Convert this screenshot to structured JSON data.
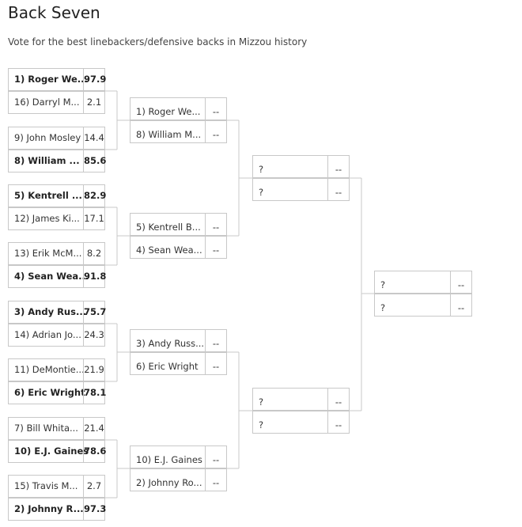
{
  "page": {
    "title": "Back Seven",
    "subtitle": "Vote for the best linebackers/defensive backs in Mizzou history"
  },
  "round1": [
    {
      "name": "1) Roger We...",
      "score": "97.9",
      "winner": true
    },
    {
      "name": "16) Darryl M...",
      "score": "2.1",
      "winner": false
    },
    {
      "name": "9) John Mosley",
      "score": "14.4",
      "winner": false
    },
    {
      "name": "8) William ...",
      "score": "85.6",
      "winner": true
    },
    {
      "name": "5) Kentrell ...",
      "score": "82.9",
      "winner": true
    },
    {
      "name": "12) James Ki...",
      "score": "17.1",
      "winner": false
    },
    {
      "name": "13) Erik McM...",
      "score": "8.2",
      "winner": false
    },
    {
      "name": "4) Sean Wea...",
      "score": "91.8",
      "winner": true
    },
    {
      "name": "3) Andy Rus...",
      "score": "75.7",
      "winner": true
    },
    {
      "name": "14) Adrian Jo...",
      "score": "24.3",
      "winner": false
    },
    {
      "name": "11) DeMontie...",
      "score": "21.9",
      "winner": false
    },
    {
      "name": "6) Eric Wright",
      "score": "78.1",
      "winner": true
    },
    {
      "name": "7) Bill Whita...",
      "score": "21.4",
      "winner": false
    },
    {
      "name": "10) E.J. Gaines",
      "score": "78.6",
      "winner": true
    },
    {
      "name": "15) Travis M...",
      "score": "2.7",
      "winner": false
    },
    {
      "name": "2) Johnny R...",
      "score": "97.3",
      "winner": true
    }
  ],
  "round2": [
    {
      "name": "1) Roger We...",
      "score": "--"
    },
    {
      "name": "8) William M...",
      "score": "--"
    },
    {
      "name": "5) Kentrell B...",
      "score": "--"
    },
    {
      "name": "4) Sean Wea...",
      "score": "--"
    },
    {
      "name": "3) Andy Russ...",
      "score": "--"
    },
    {
      "name": "6) Eric Wright",
      "score": "--"
    },
    {
      "name": "10) E.J. Gaines",
      "score": "--"
    },
    {
      "name": "2) Johnny Ro...",
      "score": "--"
    }
  ],
  "round3": [
    {
      "name": "?",
      "score": "--"
    },
    {
      "name": "?",
      "score": "--"
    },
    {
      "name": "?",
      "score": "--"
    },
    {
      "name": "?",
      "score": "--"
    }
  ],
  "round4": [
    {
      "name": "?",
      "score": "--"
    },
    {
      "name": "?",
      "score": "--"
    }
  ]
}
